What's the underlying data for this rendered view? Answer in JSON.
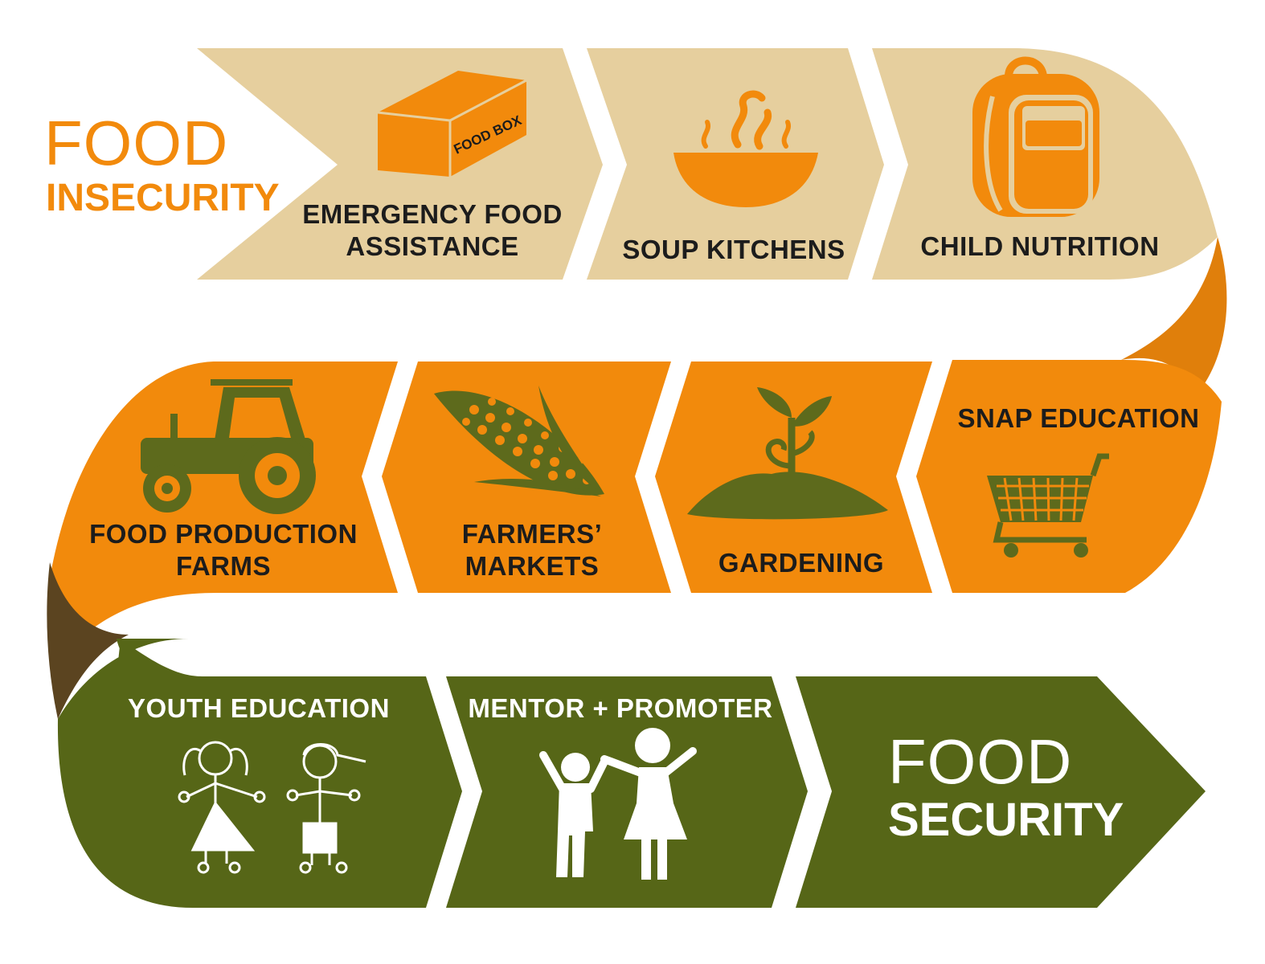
{
  "start_label": {
    "line1": "FOOD",
    "line2": "INSECURITY"
  },
  "end_label": {
    "line1": "FOOD",
    "line2": "SECURITY"
  },
  "row1": {
    "emergency": {
      "line1": "EMERGENCY FOOD",
      "line2": "ASSISTANCE",
      "box_text": "FOOD BOX"
    },
    "soup": {
      "label": "SOUP KITCHENS"
    },
    "child": {
      "label": "CHILD NUTRITION"
    }
  },
  "row2": {
    "farms": {
      "line1": "FOOD PRODUCTION",
      "line2": "FARMS"
    },
    "markets": {
      "line1": "FARMERS’",
      "line2": "MARKETS"
    },
    "gardening": {
      "label": "GARDENING"
    },
    "snap": {
      "label": "SNAP EDUCATION"
    }
  },
  "row3": {
    "youth": {
      "label": "YOUTH EDUCATION"
    },
    "mentor": {
      "label": "MENTOR + PROMOTER"
    }
  },
  "colors": {
    "beige": "#e6cf9e",
    "orange": "#f28a0c",
    "green": "#566617",
    "olive_icon": "#5d6a1c",
    "dark_brown": "#5b4420",
    "text_dark": "#1c1c1c",
    "text_orange": "#f28a0c"
  },
  "icons": [
    "food-box-icon",
    "soup-bowl-icon",
    "backpack-icon",
    "tractor-icon",
    "corn-icon",
    "sprout-icon",
    "shopping-cart-icon",
    "children-icon",
    "mentor-icons"
  ]
}
